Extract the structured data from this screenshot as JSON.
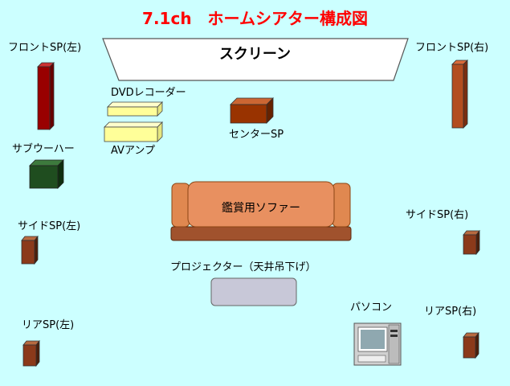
{
  "title": "7.1ch　ホームシアター構成図",
  "labels": {
    "screen": "スクリーン",
    "front_left": "フロントSP(左)",
    "front_right": "フロントSP(右)",
    "dvd": "DVDレコーダー",
    "av_amp": "AVアンプ",
    "center": "センターSP",
    "subwoofer": "サブウーハー",
    "side_left": "サイドSP(左)",
    "side_right": "サイドSP(右)",
    "sofa": "鑑賞用ソファー",
    "projector": "プロジェクター（天井吊下げ）",
    "pc": "パソコン",
    "rear_left": "リアSP(左)",
    "rear_right": "リアSP(右)"
  },
  "colors": {
    "background": "#ccffff",
    "title": "#ff0000",
    "front_speaker": "#990000",
    "speaker": "#8b3a1a",
    "center_speaker": "#993300",
    "subwoofer": "#1f4d1f",
    "av_equipment": "#ffff99",
    "sofa": "#e08850",
    "projector": "#c8c8d8"
  }
}
